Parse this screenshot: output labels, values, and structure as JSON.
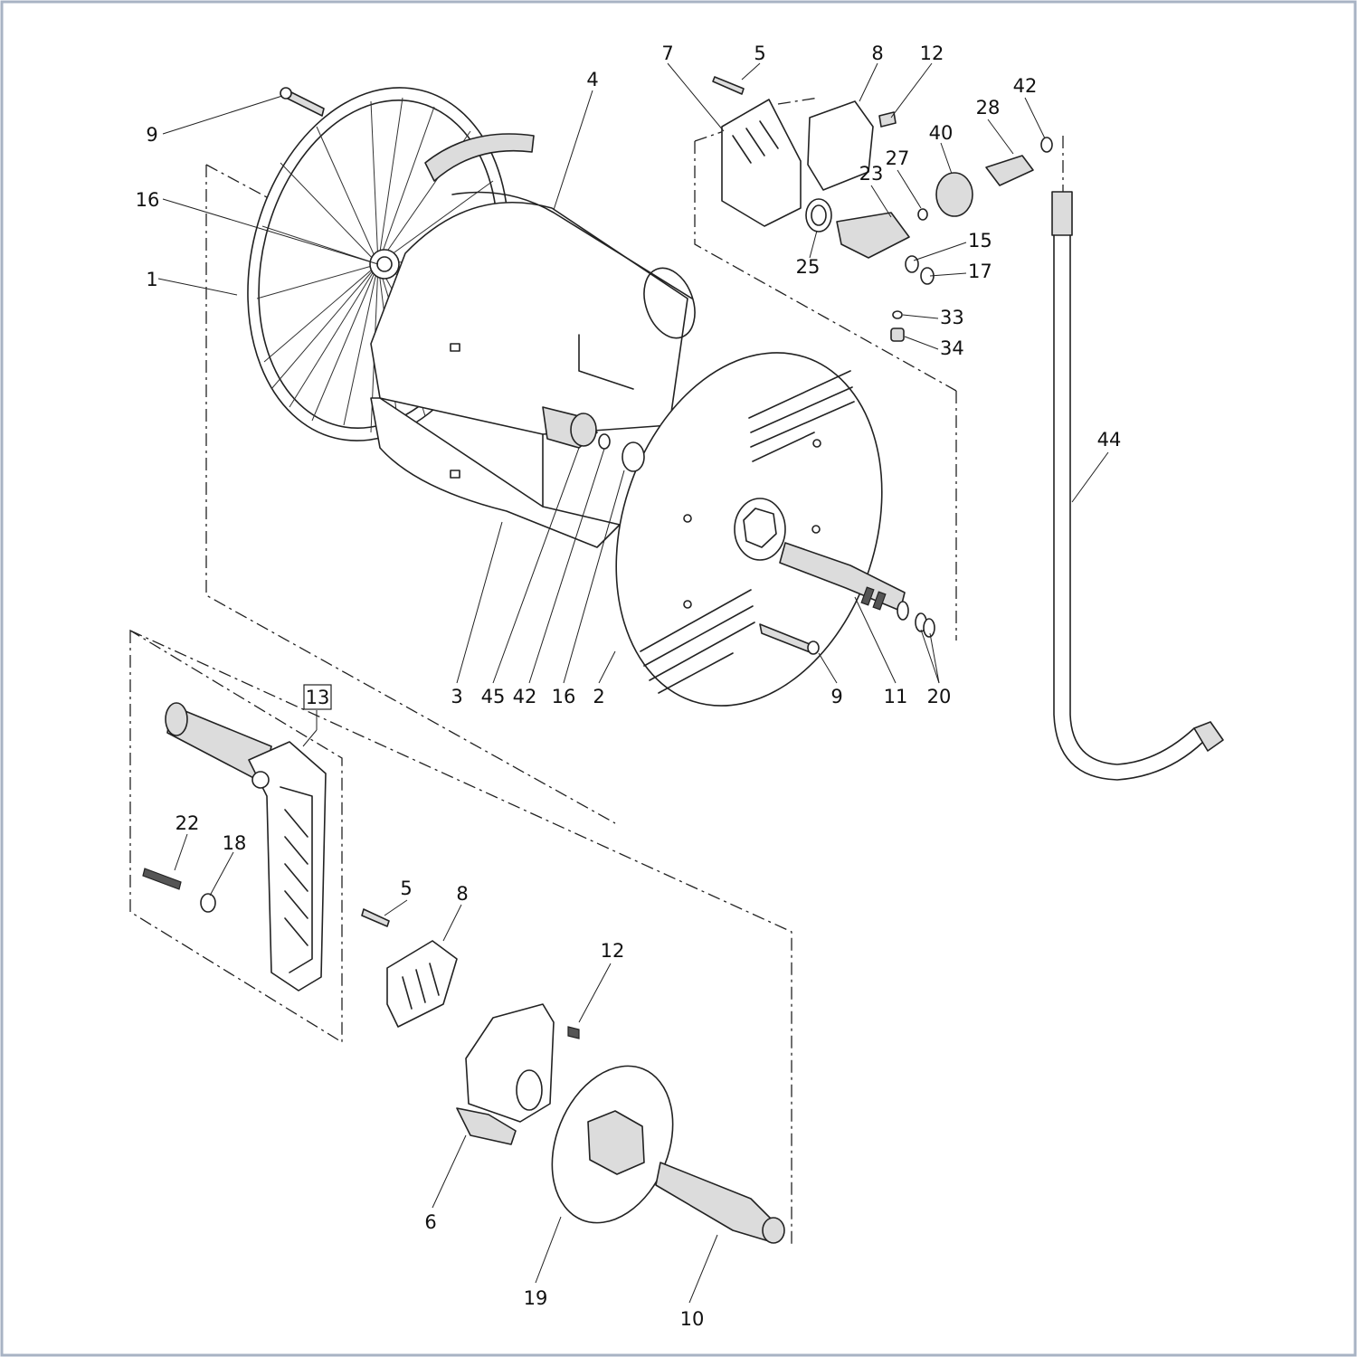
{
  "diagram": {
    "callouts": [
      {
        "id": "c1",
        "text": "1"
      },
      {
        "id": "c2",
        "text": "2"
      },
      {
        "id": "c3",
        "text": "3"
      },
      {
        "id": "c4",
        "text": "4"
      },
      {
        "id": "c5a",
        "text": "5"
      },
      {
        "id": "c5b",
        "text": "5"
      },
      {
        "id": "c6",
        "text": "6"
      },
      {
        "id": "c7",
        "text": "7"
      },
      {
        "id": "c8a",
        "text": "8"
      },
      {
        "id": "c8b",
        "text": "8"
      },
      {
        "id": "c9a",
        "text": "9"
      },
      {
        "id": "c9b",
        "text": "9"
      },
      {
        "id": "c10",
        "text": "10"
      },
      {
        "id": "c11",
        "text": "11"
      },
      {
        "id": "c12a",
        "text": "12"
      },
      {
        "id": "c12b",
        "text": "12"
      },
      {
        "id": "c13",
        "text": "13"
      },
      {
        "id": "c15",
        "text": "15"
      },
      {
        "id": "c16a",
        "text": "16"
      },
      {
        "id": "c16b",
        "text": "16"
      },
      {
        "id": "c17",
        "text": "17"
      },
      {
        "id": "c18",
        "text": "18"
      },
      {
        "id": "c19",
        "text": "19"
      },
      {
        "id": "c20",
        "text": "20"
      },
      {
        "id": "c22",
        "text": "22"
      },
      {
        "id": "c23",
        "text": "23"
      },
      {
        "id": "c25",
        "text": "25"
      },
      {
        "id": "c27",
        "text": "27"
      },
      {
        "id": "c28",
        "text": "28"
      },
      {
        "id": "c33",
        "text": "33"
      },
      {
        "id": "c34",
        "text": "34"
      },
      {
        "id": "c40",
        "text": "40"
      },
      {
        "id": "c42a",
        "text": "42"
      },
      {
        "id": "c42b",
        "text": "42"
      },
      {
        "id": "c44",
        "text": "44"
      },
      {
        "id": "c45",
        "text": "45"
      }
    ]
  }
}
